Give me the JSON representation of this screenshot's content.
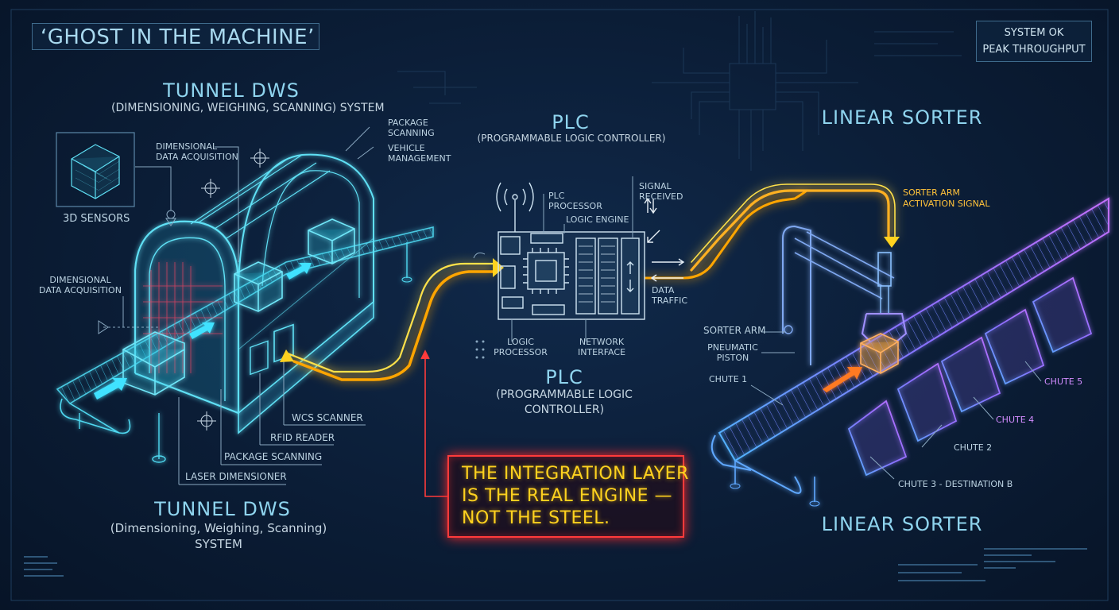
{
  "header": {
    "title": "‘GHOST IN THE MACHINE’"
  },
  "status": {
    "line1": "SYSTEM OK",
    "line2": "PEAK THROUGHPUT"
  },
  "dws": {
    "title_top": "TUNNEL DWS",
    "subtitle_top": "(DIMENSIONING, WEIGHING, SCANNING) SYSTEM",
    "sensors_label": "3D SENSORS",
    "dim_acq_top": "DIMENSIONAL\nDATA ACQUISITION",
    "dim_acq_left": "DIMENSIONAL\nDATA ACQUISITION",
    "package_scanning_top": "PACKAGE\nSCANNING",
    "vehicle_management": "VEHICLE\nMANAGEMENT",
    "wcs_scanner": "WCS SCANNER",
    "rfid_reader": "RFID READER",
    "package_scanning": "PACKAGE SCANNING",
    "laser_dimensioner": "LASER DIMENSIONER",
    "title_bottom": "TUNNEL DWS",
    "subtitle_bottom": "(Dimensioning, Weighing, Scanning)",
    "system_bottom": "SYSTEM"
  },
  "plc": {
    "title_top": "PLC",
    "subtitle_top": "(PROGRAMMABLE LOGIC CONTROLLER)",
    "processor": "PLC\nPROCESSOR",
    "logic_engine": "LOGIC ENGINE",
    "signal_received": "SIGNAL\nRECEIVED",
    "data_traffic": "DATA\nTRAFFIC",
    "logic_processor": "LOGIC\nPROCESSOR",
    "network_interface": "NETWORK\nINTERFACE",
    "title_bottom": "PLC",
    "subtitle_bottom": "(PROGRAMMABLE LOGIC\nCONTROLLER)"
  },
  "sorter": {
    "title_top": "LINEAR SORTER",
    "activation": "SORTER ARM\nACTIVATION SIGNAL",
    "sorter_arm": "SORTER ARM",
    "pneumatic_piston": "PNEUMATIC\nPISTON",
    "chute1": "CHUTE 1",
    "chute2": "CHUTE 2",
    "chute3": "CHUTE 3 - DESTINATION B",
    "chute4": "CHUTE 4",
    "chute5": "CHUTE 5",
    "title_bottom": "LINEAR SORTER"
  },
  "callout": {
    "text": "THE INTEGRATION LAYER\nIS THE REAL ENGINE —\nNOT THE STEEL."
  },
  "colors": {
    "cyan": "#4fd8f0",
    "signal": "#ffb020",
    "alert": "#ff3b3b",
    "sorter": "#8a70ff"
  }
}
